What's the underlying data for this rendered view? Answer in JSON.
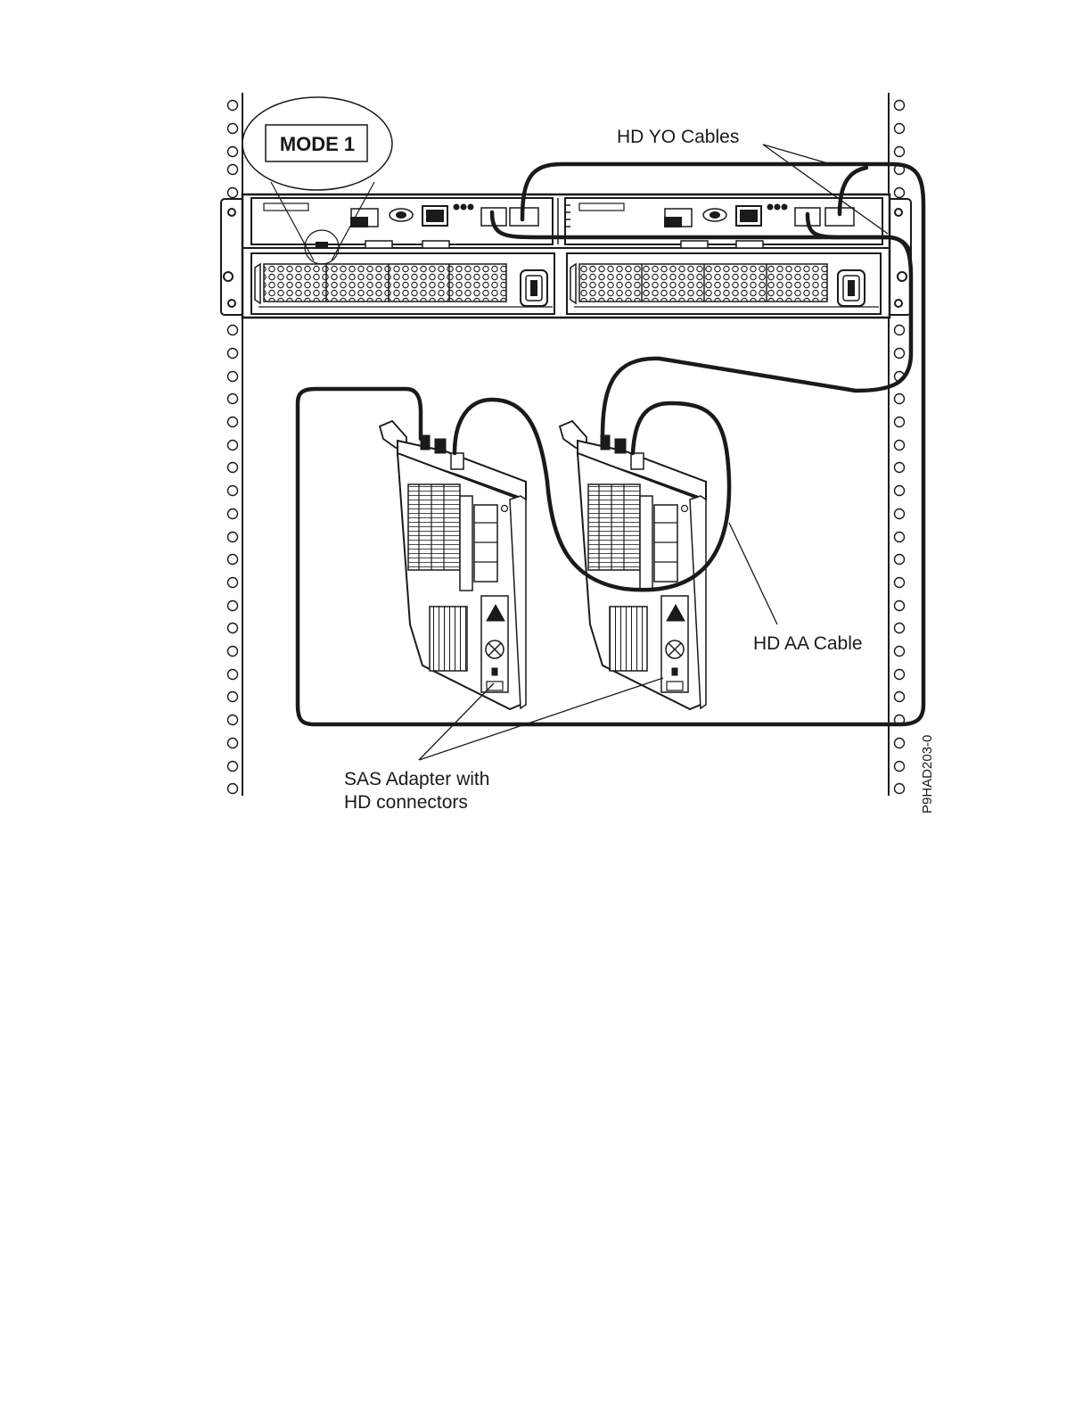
{
  "labels": {
    "mode": "MODE 1",
    "yo_cables": "HD YO Cables",
    "aa_cable": "HD AA Cable",
    "sas_adapter_line1": "SAS Adapter with",
    "sas_adapter_line2": "HD connectors",
    "figure_id": "P9HAD203-0"
  },
  "colors": {
    "line": "#1a1a1a",
    "background": "#ffffff",
    "fill_light": "#ffffff",
    "fill_dark": "#222222"
  },
  "icons": [
    "rack-rail",
    "enclosure",
    "sas-adapter-card",
    "power-socket",
    "cable"
  ]
}
